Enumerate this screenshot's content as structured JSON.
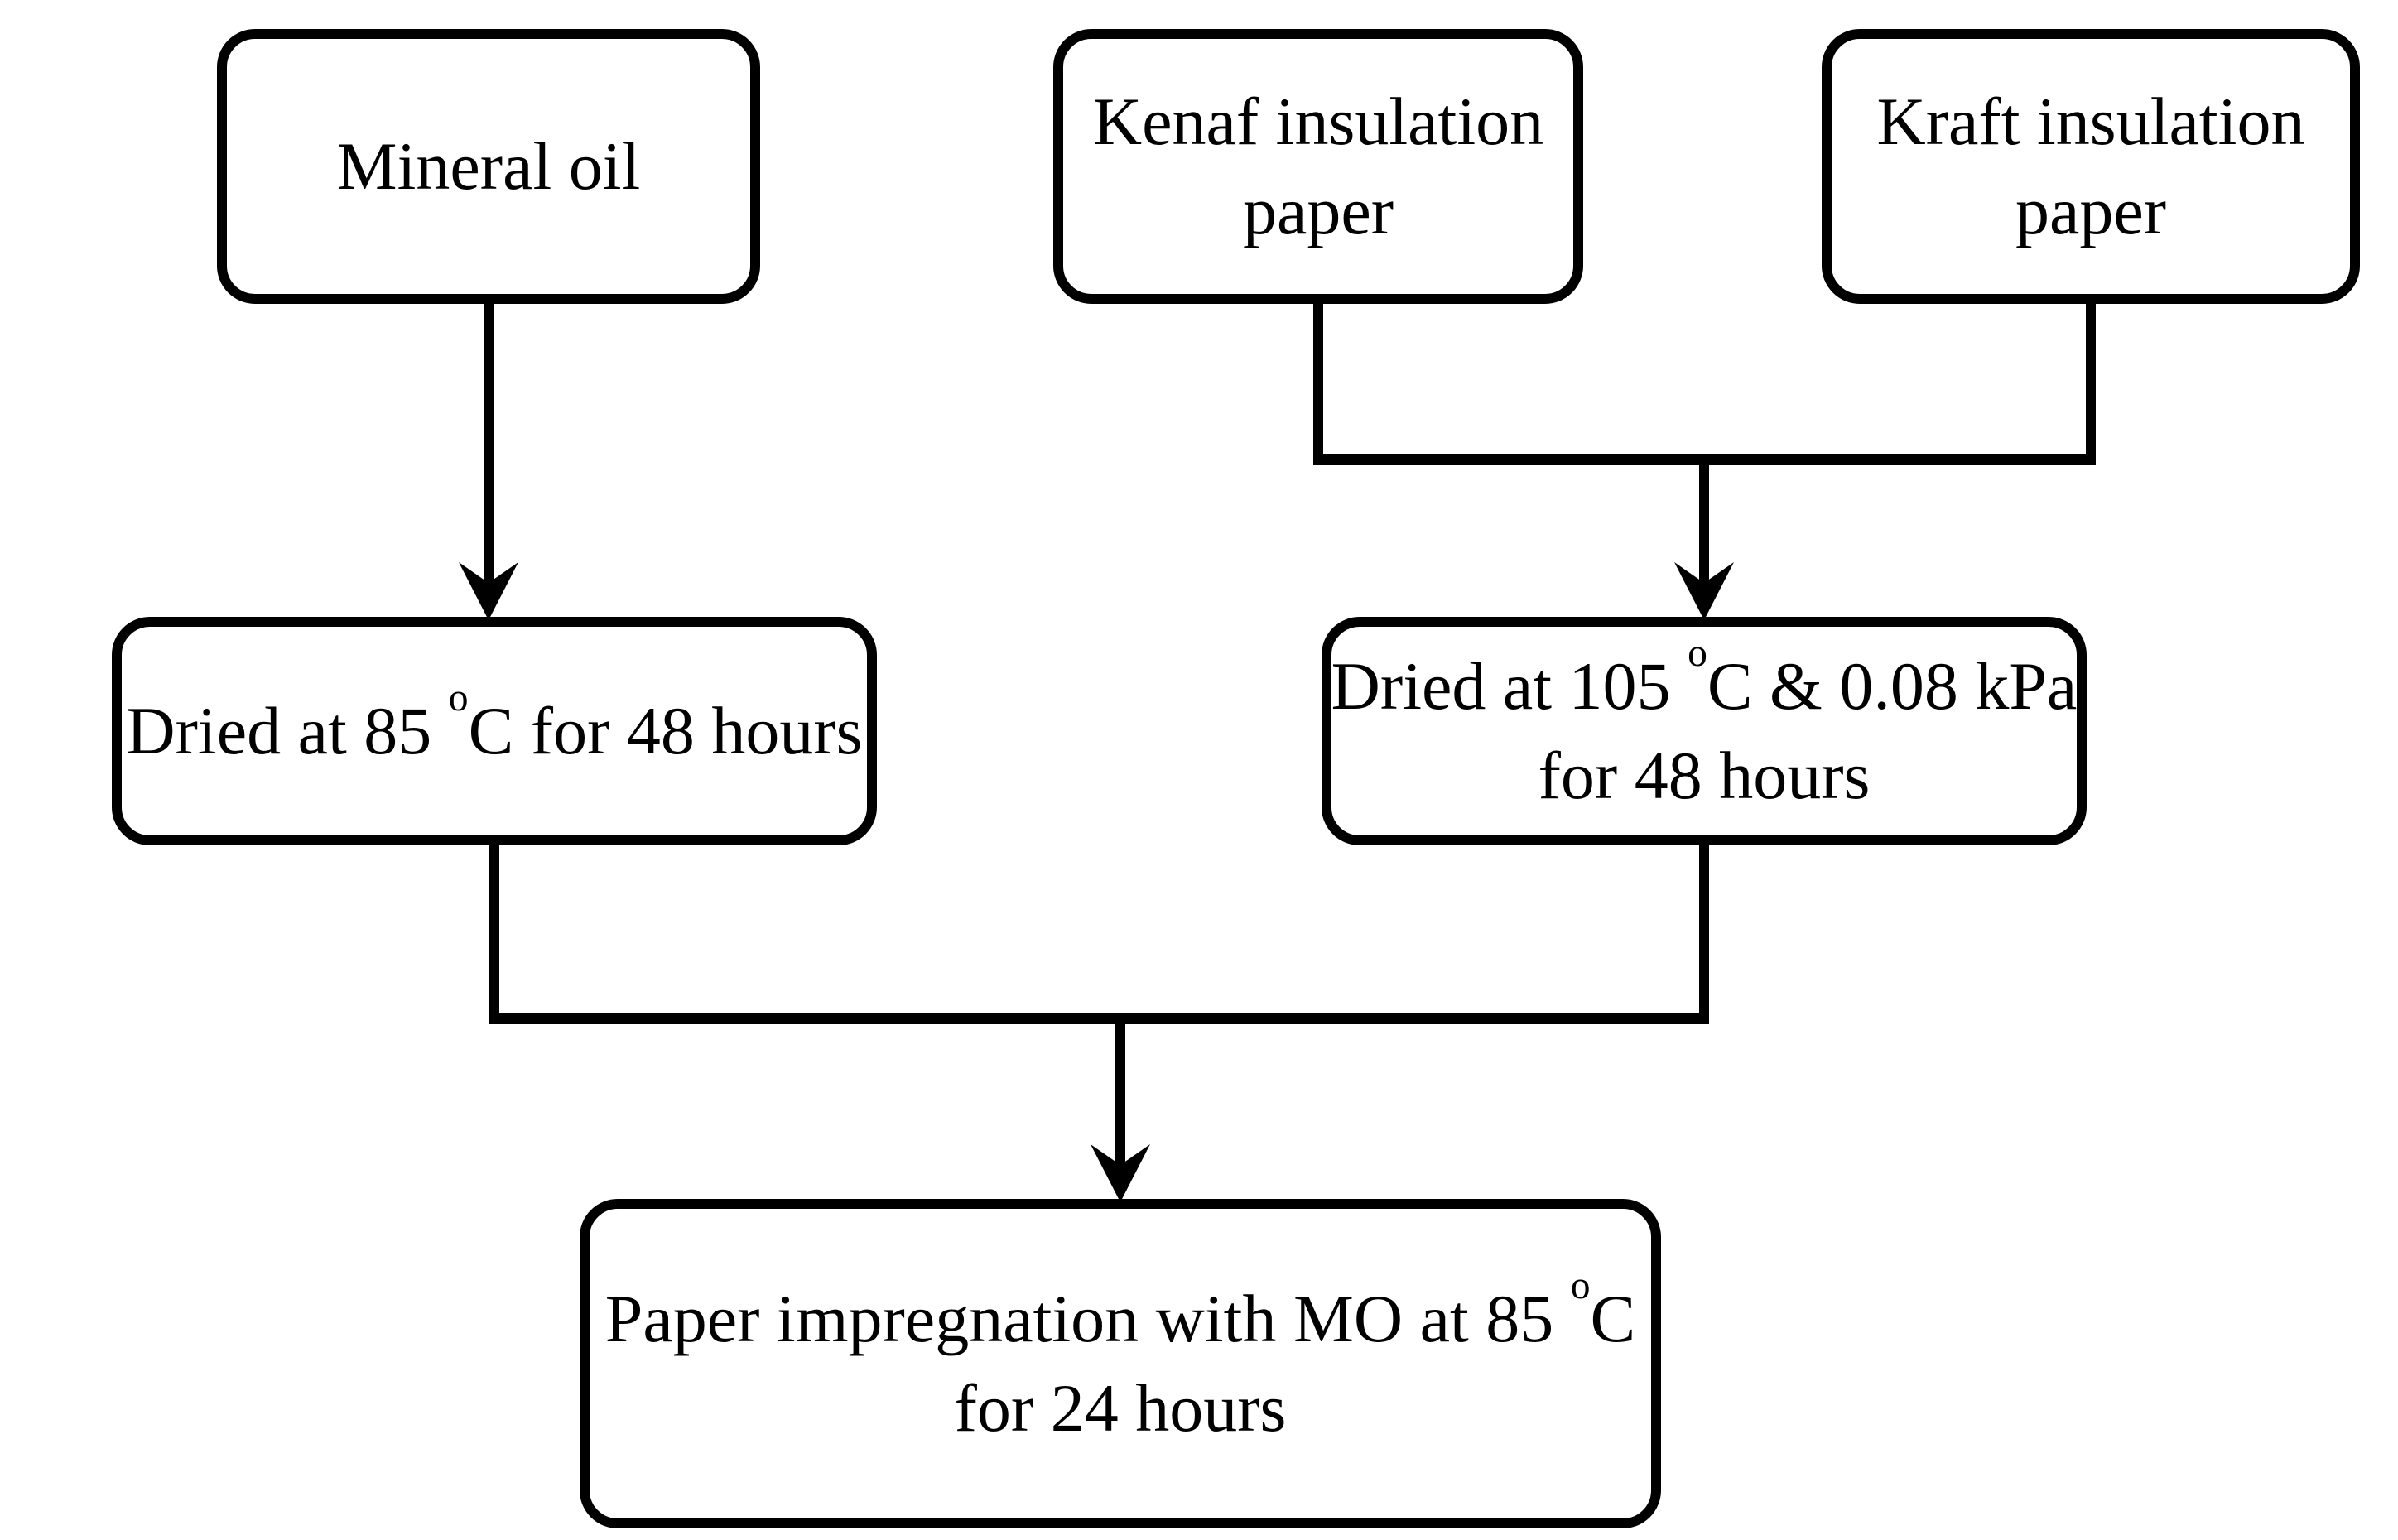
{
  "diagram": {
    "type": "flowchart",
    "background_color": "#ffffff",
    "stroke_color": "#000000",
    "text_color": "#000000",
    "nodes": [
      {
        "id": "mineral-oil",
        "text": "Mineral oil",
        "lines": [
          [
            {
              "t": "Mineral oil"
            }
          ]
        ]
      },
      {
        "id": "kenaf-insulation-paper",
        "text": "Kenaf insulation paper",
        "lines": [
          [
            {
              "t": "Kenaf insulation"
            }
          ],
          [
            {
              "t": "paper"
            }
          ]
        ]
      },
      {
        "id": "kraft-insulation-paper",
        "text": "Kraft insulation paper",
        "lines": [
          [
            {
              "t": "Kraft insulation"
            }
          ],
          [
            {
              "t": "paper"
            }
          ]
        ]
      },
      {
        "id": "oil-drying",
        "text": "Dried at 85 °C for 48 hours",
        "lines": [
          [
            {
              "t": "Dried at 85 "
            },
            {
              "t": "o",
              "sup": true
            },
            {
              "t": "C for 48 hours"
            }
          ]
        ]
      },
      {
        "id": "paper-drying",
        "text": "Dried at 105 °C & 0.08 kPa for 48 hours",
        "lines": [
          [
            {
              "t": "Dried at 105 "
            },
            {
              "t": "o",
              "sup": true
            },
            {
              "t": "C & 0.08 kPa"
            }
          ],
          [
            {
              "t": "for 48 hours"
            }
          ]
        ]
      },
      {
        "id": "paper-impregnation",
        "text": "Paper impregnation with MO at 85 °C for 24 hours",
        "lines": [
          [
            {
              "t": "Paper impregnation with MO at 85 "
            },
            {
              "t": "o",
              "sup": true
            },
            {
              "t": "C"
            }
          ],
          [
            {
              "t": "for 24 hours"
            }
          ]
        ]
      }
    ],
    "edges": [
      {
        "from": "mineral-oil",
        "to": "oil-drying"
      },
      {
        "from": "kenaf-insulation-paper",
        "to": "paper-drying"
      },
      {
        "from": "kraft-insulation-paper",
        "to": "paper-drying"
      },
      {
        "from": "oil-drying",
        "to": "paper-impregnation"
      },
      {
        "from": "paper-drying",
        "to": "paper-impregnation"
      }
    ]
  }
}
